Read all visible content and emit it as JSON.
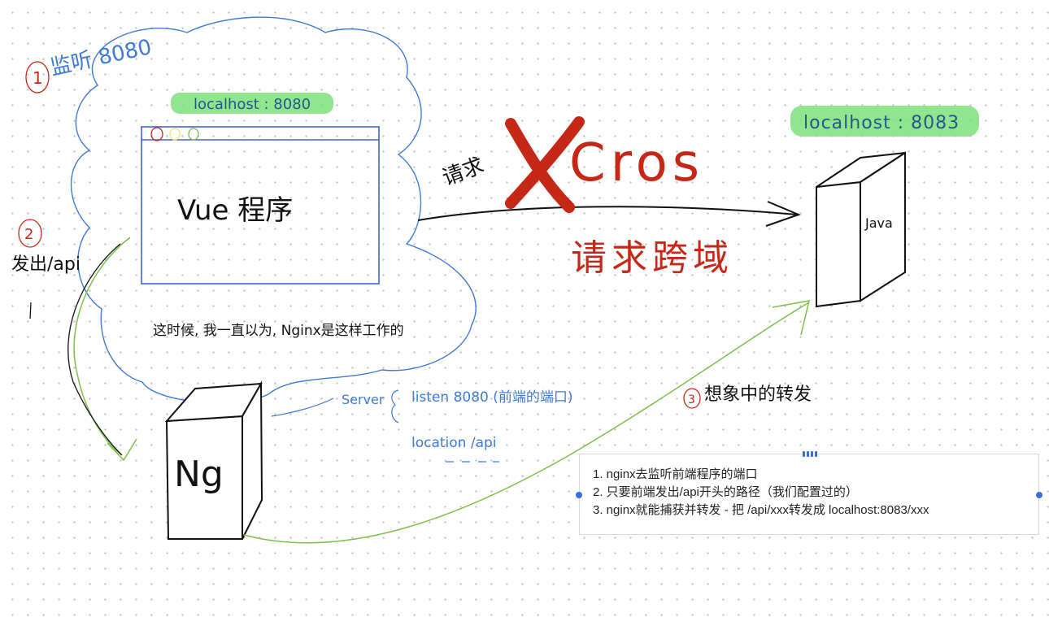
{
  "step1_label": "1",
  "step1_text": "监听 8080",
  "vue_host_label": "localhost : 8080",
  "vue_program_label": "Vue 程序",
  "step2_label": "2",
  "step2_text": "发出/api",
  "request_word": "请求",
  "cros_text": "Cros",
  "cross_domain_text": "请求跨域",
  "java_host_label": "localhost : 8083",
  "java_label": "Java",
  "assumption_text": "这时候, 我一直以为, Nginx是这样工作的",
  "ng_label": "Ng",
  "server_config": {
    "server_word": "Server",
    "listen_line": "listen  8080 (前端的端口)",
    "location_line": "location /api"
  },
  "step3_label": "3",
  "step3_text": "想象中的转发",
  "note": {
    "items": [
      "1. nginx去监听前端程序的端口",
      "2. 只要前端发出/api开头的路径（我们配置过的）",
      "3. nginx就能捕获并转发 - 把 /api/xxx转发成 localhost:8083/xxx"
    ]
  },
  "colors": {
    "highlight_green": "#7ee07a",
    "cloud_blue": "#3f7ad4",
    "arrow_green": "#7dbf4a",
    "red": "#c62818",
    "ink": "#111111"
  }
}
